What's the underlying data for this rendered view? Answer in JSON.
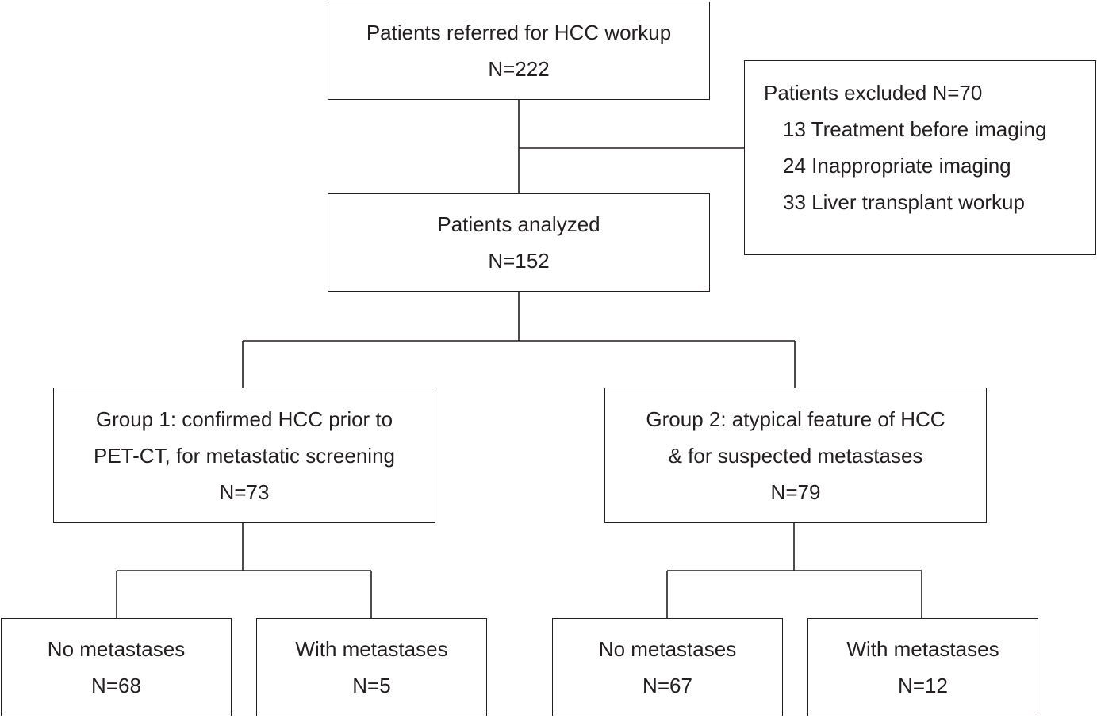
{
  "referred": {
    "label": "Patients referred for HCC workup",
    "count": "N=222"
  },
  "excluded": {
    "label": "Patients excluded N=70",
    "reasons": [
      "13 Treatment before imaging",
      "24 Inappropriate imaging",
      "33 Liver transplant workup"
    ]
  },
  "analyzed": {
    "label": "Patients analyzed",
    "count": "N=152"
  },
  "group1": {
    "line1": "Group 1: confirmed HCC prior to",
    "line2": "PET-CT, for metastatic screening",
    "count": "N=73",
    "outcomes": [
      {
        "label": "No metastases",
        "count": "N=68"
      },
      {
        "label": "With metastases",
        "count": "N=5"
      }
    ]
  },
  "group2": {
    "line1": "Group 2: atypical feature of HCC",
    "line2": "& for suspected metastases",
    "count": "N=79",
    "outcomes": [
      {
        "label": "No metastases",
        "count": "N=67"
      },
      {
        "label": "With metastases",
        "count": "N=12"
      }
    ]
  },
  "colors": {
    "stroke": "#231f20",
    "background": "#ffffff"
  }
}
